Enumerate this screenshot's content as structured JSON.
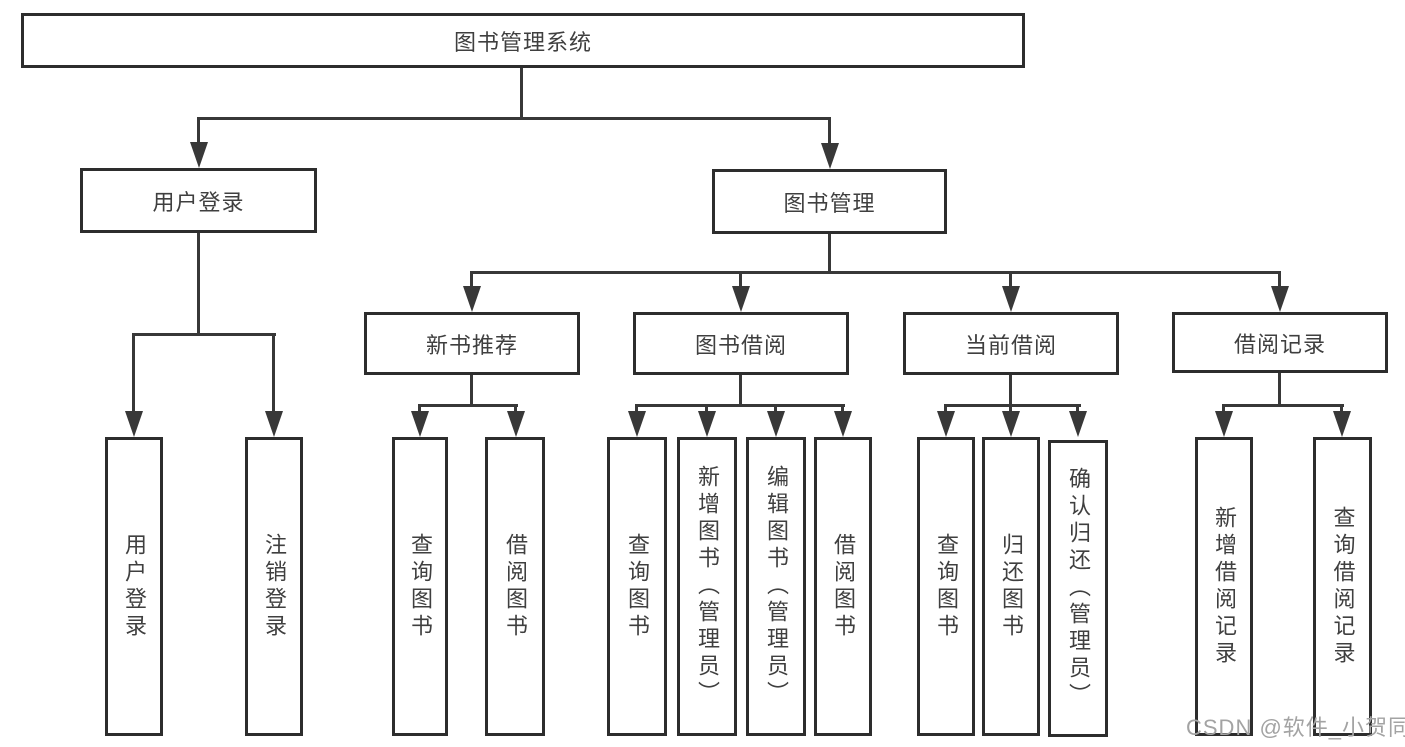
{
  "diagram": {
    "root": {
      "label": "图书管理系统"
    },
    "branches": [
      {
        "label": "用户登录",
        "children": [
          {
            "label": "用户登录"
          },
          {
            "label": "注销登录"
          }
        ]
      },
      {
        "label": "图书管理",
        "children": [
          {
            "label": "新书推荐",
            "children": [
              {
                "label": "查询图书"
              },
              {
                "label": "借阅图书"
              }
            ]
          },
          {
            "label": "图书借阅",
            "children": [
              {
                "label": "查询图书"
              },
              {
                "label": "新增图书（管理员）"
              },
              {
                "label": "编辑图书（管理员）"
              },
              {
                "label": "借阅图书"
              }
            ]
          },
          {
            "label": "当前借阅",
            "children": [
              {
                "label": "查询图书"
              },
              {
                "label": "归还图书"
              },
              {
                "label": "确认归还（管理员）"
              }
            ]
          },
          {
            "label": "借阅记录",
            "children": [
              {
                "label": "新增借阅记录"
              },
              {
                "label": "查询借阅记录"
              }
            ]
          }
        ]
      }
    ]
  },
  "watermark": {
    "text": "CSDN @软件_小贺同学"
  },
  "colors": {
    "line": "#383838",
    "box_border": "#2d2d2d",
    "text": "#3f3f3f",
    "watermark": "#a3a3a3",
    "background": "#ffffff"
  }
}
